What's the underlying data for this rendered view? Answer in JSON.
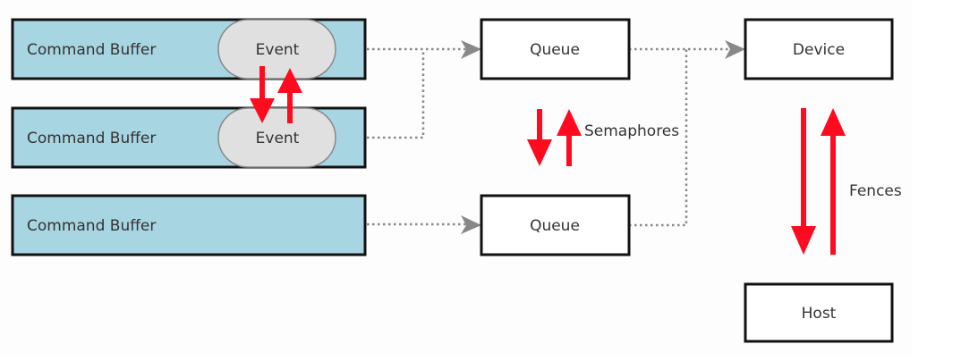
{
  "diagram": {
    "colors": {
      "command_buffer_fill": "#a8d5e2",
      "event_fill": "#e0e0e0",
      "box_fill": "#ffffff",
      "border": "#111111",
      "sync_arrow": "#ff0a1e",
      "connector": "#888888",
      "text": "#333333"
    },
    "command_buffers": [
      {
        "label": "Command Buffer",
        "event": "Event"
      },
      {
        "label": "Command Buffer",
        "event": "Event"
      },
      {
        "label": "Command Buffer"
      }
    ],
    "queues": [
      {
        "label": "Queue"
      },
      {
        "label": "Queue"
      }
    ],
    "device": {
      "label": "Device"
    },
    "host": {
      "label": "Host"
    },
    "sync_labels": {
      "semaphores": "Semaphores",
      "fences": "Fences"
    }
  }
}
